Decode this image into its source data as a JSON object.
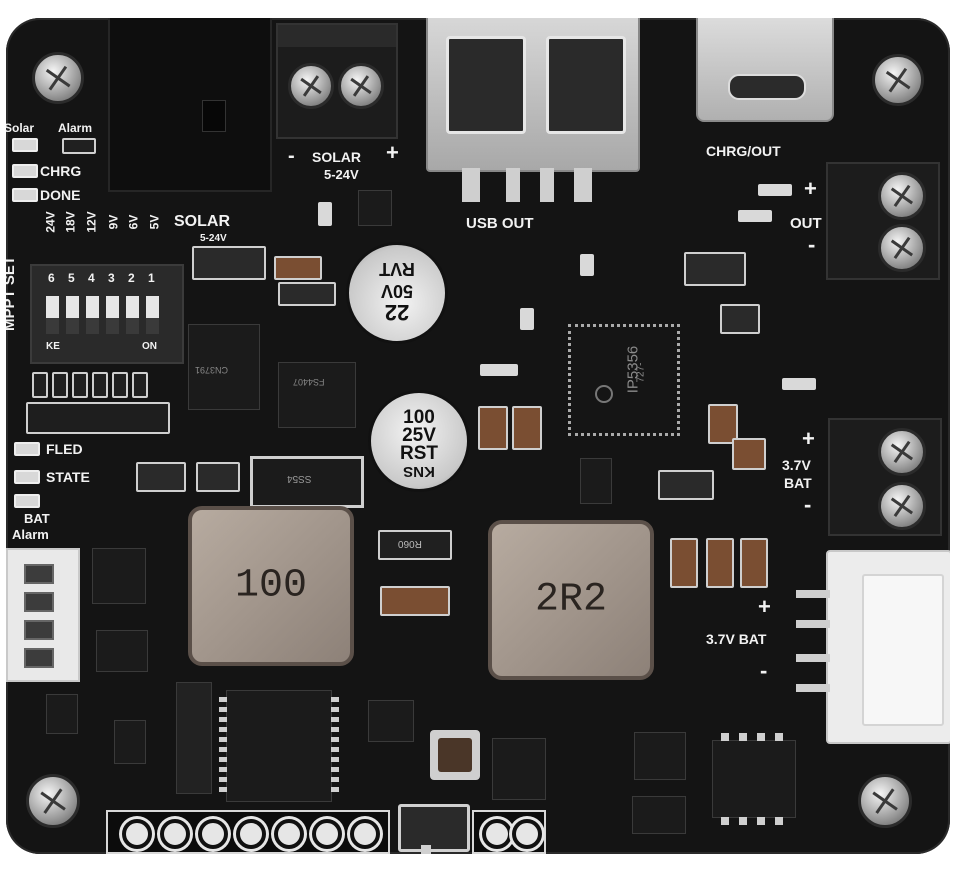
{
  "silkscreen": {
    "solar_left": "Solar",
    "alarm_top": "Alarm",
    "chrg_left": "CHRG",
    "done": "DONE",
    "solar_terminal": "SOLAR",
    "solar_terminal_range": "5-24V",
    "solar_dip": "SOLAR",
    "solar_dip_range": "5-24V",
    "usb_out": "USB OUT",
    "chrg_out": "CHRG/OUT",
    "out": "OUT",
    "mppt_set": "MPPT SET",
    "voltages": [
      "24V",
      "18V",
      "12V",
      "9V",
      "6V",
      "5V"
    ],
    "dip_numbers": [
      "6",
      "5",
      "4",
      "3",
      "2",
      "1"
    ],
    "dip_on": "ON",
    "dip_ke": "KE",
    "fled": "FLED",
    "state": "STATE",
    "bat_alarm_1": "BAT",
    "bat_alarm_2": "Alarm",
    "bat_terminal_1": "3.7V",
    "bat_terminal_2": "BAT",
    "bat_connector": "3.7V BAT",
    "plus": "+",
    "minus": "-"
  },
  "components": {
    "cap_large_1": [
      "22",
      "50V",
      "RVT"
    ],
    "cap_large_2": [
      "100",
      "25V",
      "RST",
      "KNS"
    ],
    "inductor_1": "100",
    "inductor_2": "2R2",
    "ic_main": [
      "IP5356",
      "727-"
    ],
    "ic_solar": "CN3791",
    "ic_mosfet": "FS4407",
    "diode_1": "SS54",
    "res_r060": "R060"
  },
  "colors": {
    "pcb": "#141414",
    "silkscreen": "#f2f2f2",
    "metal": "#c9c9c9",
    "connector_white": "#ececec"
  }
}
